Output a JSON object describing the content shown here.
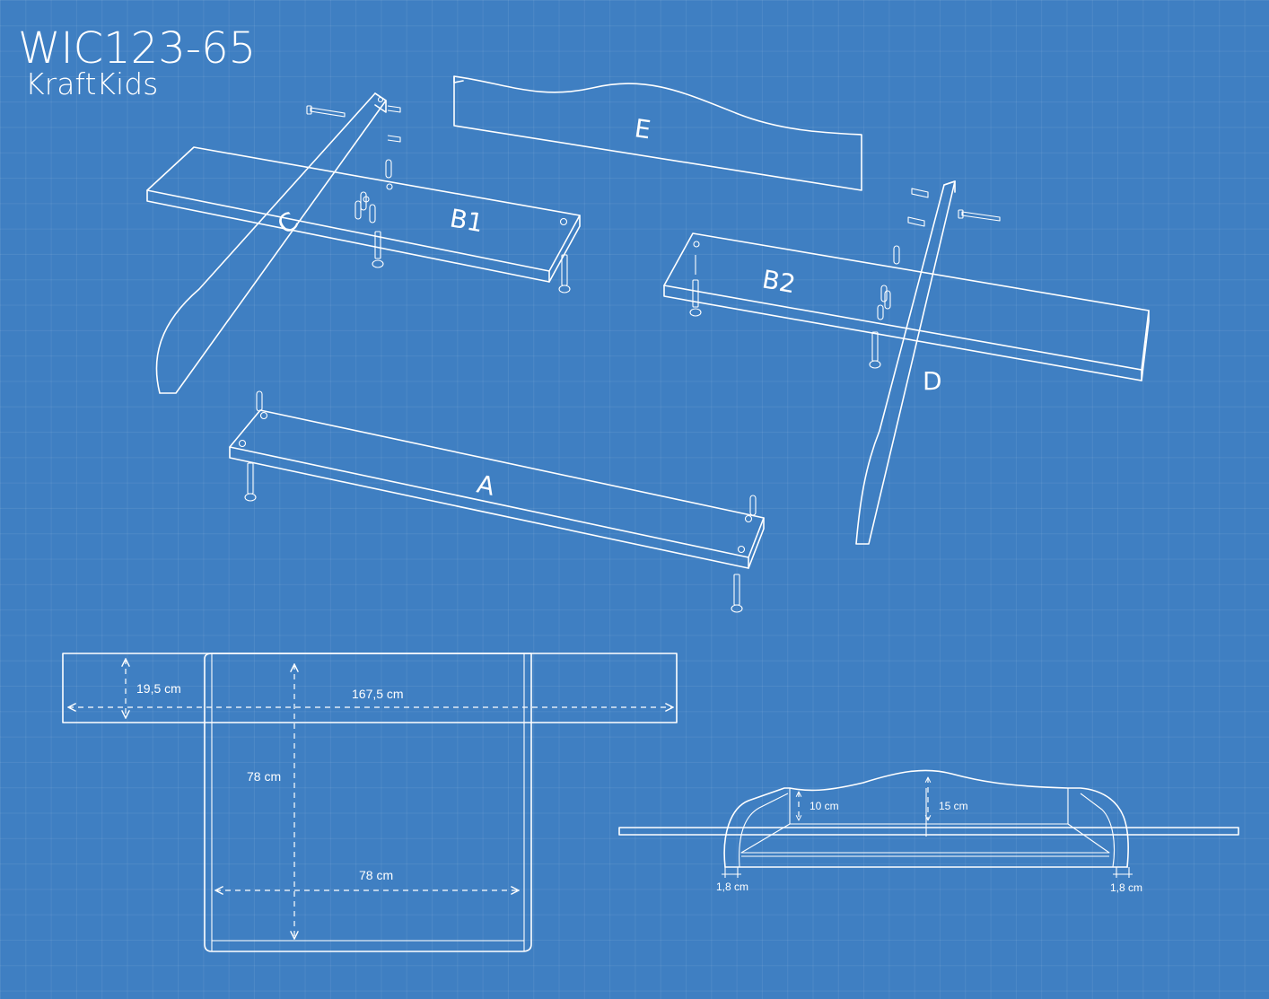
{
  "title": {
    "model": "WIC123-65",
    "brand": "KraftKids"
  },
  "parts": {
    "a": "A",
    "b1": "B1",
    "b2": "B2",
    "c": "C",
    "d": "D",
    "e": "E"
  },
  "dimensions": {
    "depth": "19,5 cm",
    "length": "167,5 cm",
    "height": "78 cm",
    "width": "78 cm",
    "rail_low": "10 cm",
    "rail_high": "15 cm",
    "thickness_left": "1,8 cm",
    "thickness_right": "1,8 cm"
  },
  "colors": {
    "background": "#3f7fc2",
    "grid": "#6f9fd3",
    "line": "#ffffff"
  }
}
